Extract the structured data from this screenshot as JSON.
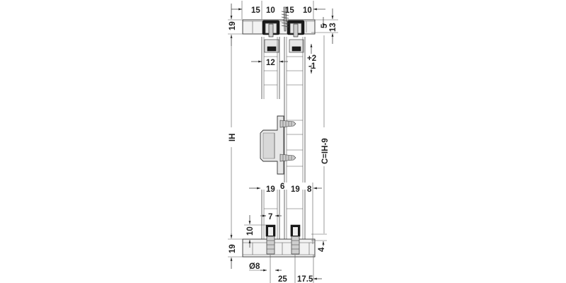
{
  "drawing": {
    "type": "technical-section-drawing",
    "description": "Sliding door fitting, vertical section with top track, door panels and bottom guide",
    "dimensions": {
      "top": {
        "widths": [
          "15",
          "10",
          "15",
          "10"
        ],
        "track_height": "19",
        "groove_depth": "5",
        "track_depth": "13",
        "roller_width": "12",
        "height_adjust_plus": "+2",
        "height_adjust_minus": "-1"
      },
      "overall": {
        "inner_height": "IH",
        "clearance": "C=IH-9"
      },
      "bottom": {
        "door_widths": [
          "19",
          "6",
          "19",
          "8"
        ],
        "guide_width": "7",
        "guide_height": "10",
        "bottom_track_height": "19",
        "recess": "4",
        "pin_diameter": "Ø8",
        "spacing": [
          "25",
          "17.5"
        ]
      }
    }
  }
}
